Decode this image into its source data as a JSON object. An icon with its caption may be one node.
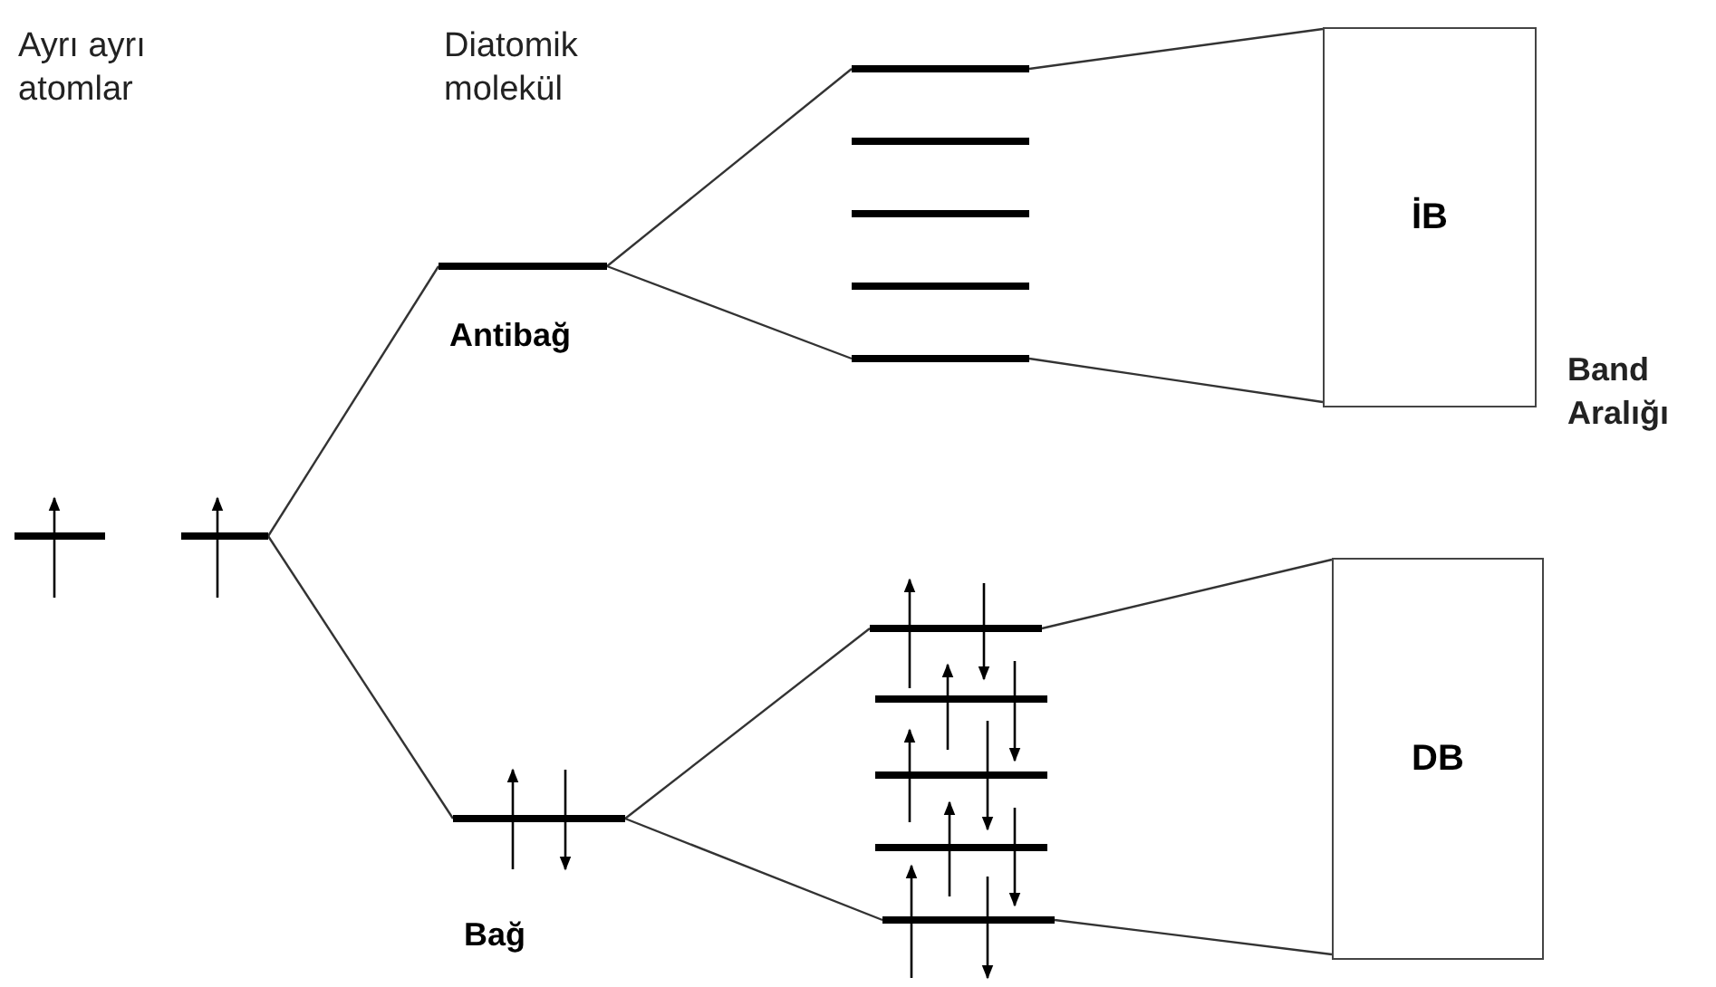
{
  "diagram": {
    "nodes": [
      {
        "text": [],
        "shape": "bar"
      },
      {
        "text": [],
        "shape": "bar"
      },
      {
        "text": [],
        "shape": "bar",
        "beside": [
          "Antibağ"
        ]
      },
      {
        "text": [],
        "shape": "bar",
        "beside": [
          "Bağ"
        ]
      },
      {
        "text": [],
        "shape": "bar"
      },
      {
        "text": [],
        "shape": "bar"
      },
      {
        "text": [],
        "shape": "bar"
      },
      {
        "text": [],
        "shape": "bar"
      },
      {
        "text": [],
        "shape": "bar"
      },
      {
        "text": [],
        "shape": "bar"
      },
      {
        "text": [],
        "shape": "bar"
      },
      {
        "text": [],
        "shape": "bar"
      },
      {
        "text": [],
        "shape": "bar"
      },
      {
        "text": [],
        "shape": "bar"
      },
      {
        "text": [
          "İB"
        ]
      },
      {
        "text": [
          "DB"
        ]
      }
    ],
    "edges": [
      {
        "from": 1,
        "to": 2,
        "arrow": "none"
      },
      {
        "from": 1,
        "to": 3,
        "arrow": "none"
      },
      {
        "from": 2,
        "to": 4,
        "arrow": "none"
      },
      {
        "from": 2,
        "to": 8,
        "arrow": "none"
      },
      {
        "from": 3,
        "to": 9,
        "arrow": "none"
      },
      {
        "from": 3,
        "to": 13,
        "arrow": "none"
      },
      {
        "from": 4,
        "to": 14,
        "arrow": "none"
      },
      {
        "from": 8,
        "to": 14,
        "arrow": "none"
      },
      {
        "from": 9,
        "to": 15,
        "arrow": "none"
      },
      {
        "from": 13,
        "to": 15,
        "arrow": "none"
      }
    ],
    "labels": [
      "Ayrı ayrı atomlar",
      "Diatomik molekül",
      "Band Aralığı"
    ]
  }
}
